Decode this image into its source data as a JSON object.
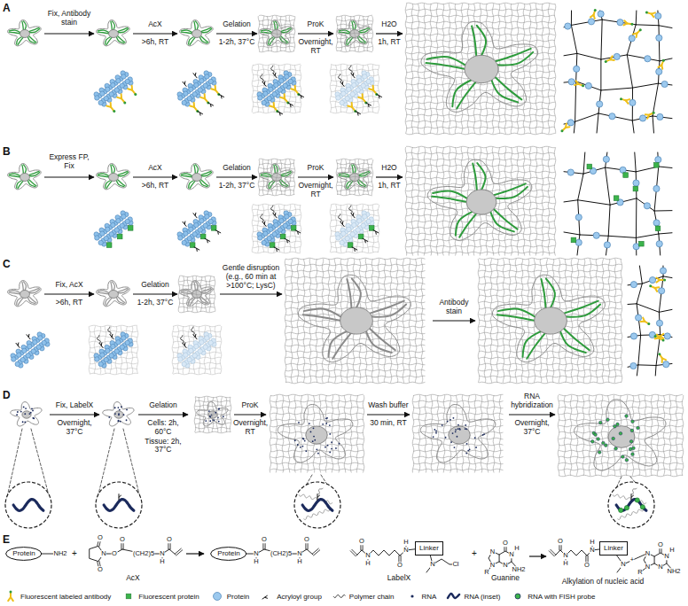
{
  "diagram": {
    "nodes": [
      {
        "text": [
          "Protein"
        ]
      },
      {
        "text": [
          "Protein"
        ]
      },
      {
        "text": [
          "Linker"
        ]
      },
      {
        "text": [
          "Linker"
        ]
      }
    ],
    "labels": [
      "A",
      "Fix, Antibody stain",
      "AcX",
      ">6h, RT",
      "Gelation",
      "1-2h, 37°C",
      "ProK",
      "Overnight, RT",
      "H2O",
      "1h, RT",
      "B",
      "Express FP, Fix",
      "AcX",
      ">6h, RT",
      "Gelation",
      "1-2h, 37°C",
      "ProK",
      "Overnight, RT",
      "H2O",
      "1h, RT",
      "C",
      "Fix, AcX",
      ">6h, RT",
      "Gelation",
      "1-2h, 37°C",
      "Gentle disruption (e.g., 60 min at >100°C; LysC)",
      "Antibody stain",
      "D",
      "Fix, LabelX",
      "Overnight, 37°C",
      "Gelation",
      "Cells: 2h, 60°C",
      "Tissue: 2h, 37°C",
      "ProK",
      "Overnight, RT",
      "Wash buffer",
      "30 min, RT",
      "RNA hybridization",
      "Overnight, 37°C",
      "E",
      "NH2",
      "+",
      "N",
      "O",
      "O",
      "O",
      "O",
      "(CH2)5",
      "N",
      "H",
      "O",
      "AcX",
      "N",
      "H",
      "O",
      "(CH2)5",
      "N",
      "H",
      "O",
      "O",
      "N",
      "H",
      "O",
      "N",
      "H",
      "N",
      "Cl",
      "LabelX",
      "+",
      "O",
      "N",
      "H",
      "NH2",
      "N",
      "N",
      "N",
      "R",
      "Guanine",
      "O",
      "N",
      "H",
      "O",
      "N",
      "H",
      "N",
      "+",
      "O",
      "N",
      "H",
      "NH2",
      "N",
      "N",
      "N",
      "R",
      "Alkylation of nucleic acid"
    ],
    "legend": [
      {
        "text": "Fluorescent labeled antibody"
      },
      {
        "text": "Fluorescent protein"
      },
      {
        "text": "Protein"
      },
      {
        "text": "Acryloyl group"
      },
      {
        "text": "Polymer chain"
      },
      {
        "text": "RNA"
      },
      {
        "text": "RNA (inset)"
      },
      {
        "text": "RNA with FISH probe"
      }
    ]
  }
}
